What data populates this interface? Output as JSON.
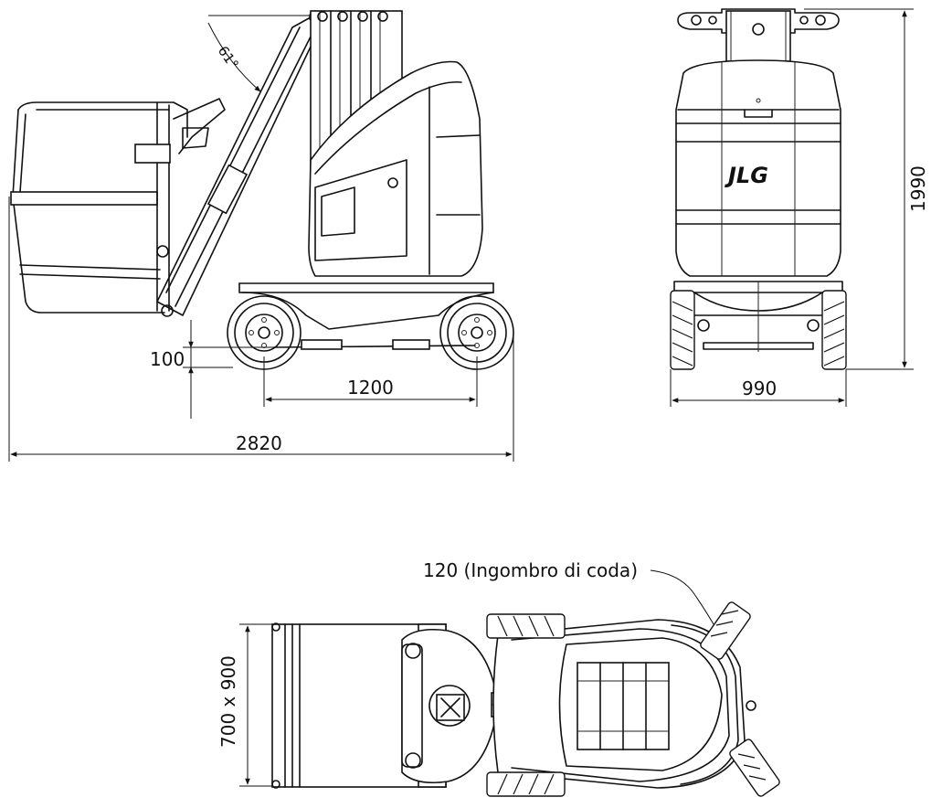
{
  "drawing": {
    "side_view": {
      "angle_label": "61°",
      "dim_ground_clearance": "100",
      "dim_wheelbase": "1200",
      "dim_total_length": "2820"
    },
    "rear_view": {
      "logo": "JLG",
      "dim_height": "1990",
      "dim_width": "990"
    },
    "top_view": {
      "tail_swing_label": "120 (Ingombro di coda)",
      "platform_dim": "700 x 900"
    }
  }
}
